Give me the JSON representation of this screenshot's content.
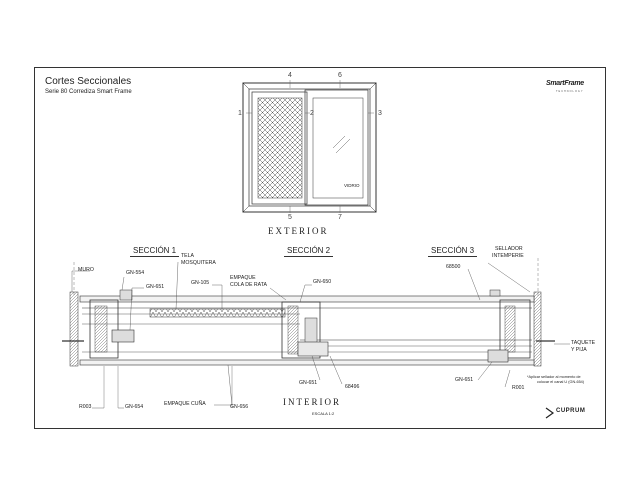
{
  "header": {
    "title": "Cortes Seccionales",
    "subtitle": "Serie 80 Corrediza Smart Frame"
  },
  "brand": {
    "logo_text": "SmartFrame",
    "logo_subtext": "TECHNOLOGY",
    "footer_logo": "CUPRUM"
  },
  "elevation": {
    "markers": [
      "4",
      "6",
      "1",
      "2",
      "3",
      "5",
      "7"
    ],
    "glass_label": "VIDRIO"
  },
  "orientation": {
    "exterior": "EXTERIOR",
    "interior": "INTERIOR",
    "scale": "ESCALA 1:2"
  },
  "sections": [
    "SECCIÓN 1",
    "SECCIÓN 2",
    "SECCIÓN 3"
  ],
  "labels": {
    "muro": "MURO",
    "gn554": "GN-554",
    "tela1": "TELA",
    "tela2": "MOSQUITERA",
    "gn651a": "GN-651",
    "gn105": "GN-105",
    "empaque_cola1": "EMPAQUE",
    "empaque_cola2": "COLA DE RATA",
    "gn650": "GN-650",
    "p68500": "68500",
    "sellador1": "SELLADOR",
    "sellador2": "INTEMPERIE",
    "taquete1": "TAQUETE",
    "taquete2": "Y PIJA",
    "gn651b": "GN-651",
    "p68496": "68496",
    "gn651c": "GN-651",
    "nota1": "*Aplicar sellador al momento de",
    "nota2": "colocar el canal U (GN-654)",
    "r001": "R001",
    "r003": "R003",
    "gn654": "GN-654",
    "empaque_cuna": "EMPAQUE CUÑA",
    "gn656": "GN-656"
  }
}
